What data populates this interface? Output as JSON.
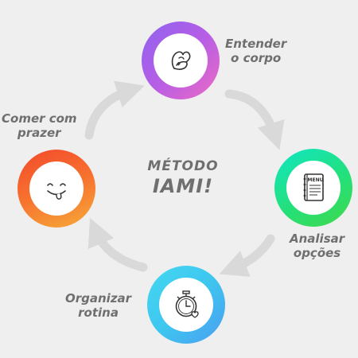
{
  "center": {
    "line1": "MÉTODO",
    "line2": "IAMI!"
  },
  "steps": [
    {
      "line1": "Entender",
      "line2": "o corpo",
      "icon": "body-hug-icon"
    },
    {
      "line1": "Analisar",
      "line2": "opções",
      "icon": "menu-icon",
      "icon_text": "MENU"
    },
    {
      "line1": "Organizar",
      "line2": "rotina",
      "icon": "stopwatch-heart-icon"
    },
    {
      "line1": "Comer com",
      "line2": "prazer",
      "icon": "smiley-tongue-icon"
    }
  ],
  "colors": {
    "background": "#efefef",
    "text": "#6f6f6f",
    "arrow": "#d9d9d9",
    "step1_gradient": [
      "#8f63ef",
      "#ed6ac4"
    ],
    "step2_gradient": [
      "#11e6c4",
      "#42d84a"
    ],
    "step3_gradient": [
      "#45d8f2",
      "#4b9ef0"
    ],
    "step4_gradient": [
      "#f24a2c",
      "#f6aa3a"
    ]
  }
}
